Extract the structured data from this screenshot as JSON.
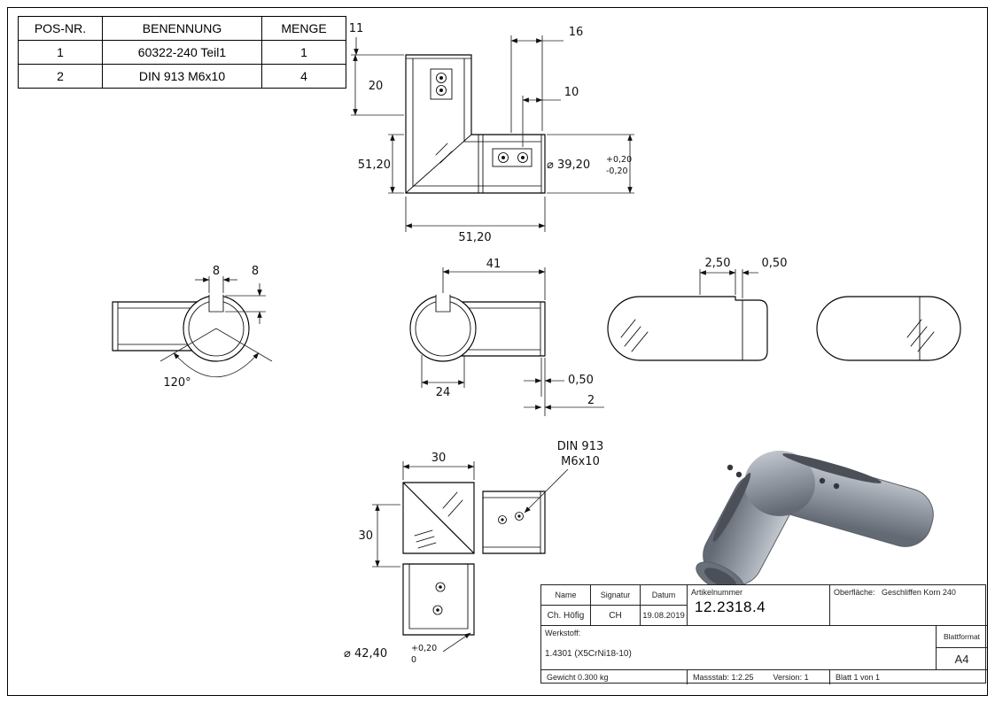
{
  "colors": {
    "line": "#000000",
    "dim_line": "#222222",
    "render_gray": "#9aa1ab"
  },
  "bom": {
    "headers": [
      "POS-NR.",
      "BENENNUNG",
      "MENGE"
    ],
    "rows": [
      {
        "pos": "1",
        "name": "60322-240 Teil1",
        "qty": "1"
      },
      {
        "pos": "2",
        "name": "DIN 913 M6x10",
        "qty": "4"
      }
    ]
  },
  "dims": {
    "front": {
      "d11": "11",
      "d16": "16",
      "d20": "20",
      "d10": "10",
      "h51": "51,20",
      "dia39": "⌀ 39,20",
      "dia39_tol_up": "+0,20",
      "dia39_tol_dn": "-0,20",
      "w51": "51,20"
    },
    "side_left": {
      "d8a": "8",
      "d8b": "8",
      "angle": "120°"
    },
    "side_center": {
      "d41": "41",
      "d24": "24",
      "d050": "0,50",
      "d2": "2"
    },
    "side_right": {
      "d250": "2,50",
      "d050": "0,50"
    },
    "bottom": {
      "d30a": "30",
      "d30b": "30",
      "note1": "DIN 913",
      "note2": "M6x10",
      "dia42": "⌀ 42,40",
      "dia42_tol_up": "+0,20",
      "dia42_tol_dn": "0"
    }
  },
  "title_block": {
    "name_label": "Name",
    "signatur_label": "Signatur",
    "datum_label": "Datum",
    "artikelnummer_label": "Artikelnummer",
    "name_value": "Ch. Höfig",
    "signatur_value": "CH",
    "datum_value": "19.08.2019",
    "artikelnummer_value": "12.2318.4",
    "oberflaeche_label": "Oberfläche:",
    "oberflaeche_value": "Geschliffen Korn 240",
    "werkstoff_label": "Werkstoff:",
    "werkstoff_value": "1.4301 (X5CrNi18-10)",
    "blattformat_label": "Blattformat",
    "blattformat_value": "A4",
    "gewicht": "Gewicht 0.300 kg",
    "massstab": "Massstab: 1:2.25",
    "version": "Version: 1",
    "blatt": "Blatt 1 von 1"
  }
}
